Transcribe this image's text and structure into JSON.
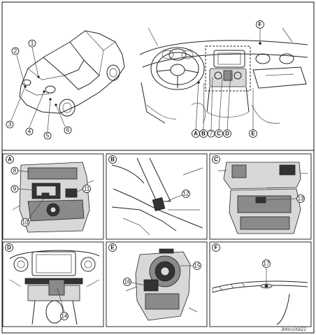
{
  "footer_code": "JMIIA1056ZZ",
  "overview": {
    "car_callouts": [
      "1",
      "2",
      "3",
      "4",
      "5",
      "6"
    ],
    "dash_refs": [
      "A",
      "B",
      "C",
      "D",
      "E"
    ],
    "dash_number": "7",
    "dash_top_ref": "F"
  },
  "panels": [
    {
      "ref": "A",
      "callouts": [
        "8",
        "9",
        "10",
        "11"
      ]
    },
    {
      "ref": "B",
      "callouts": [
        "12"
      ]
    },
    {
      "ref": "C",
      "callouts": [
        "13"
      ]
    },
    {
      "ref": "D",
      "callouts": [
        "14"
      ]
    },
    {
      "ref": "E",
      "callouts": [
        "15",
        "16"
      ]
    },
    {
      "ref": "F",
      "callouts": [
        "17"
      ]
    }
  ]
}
